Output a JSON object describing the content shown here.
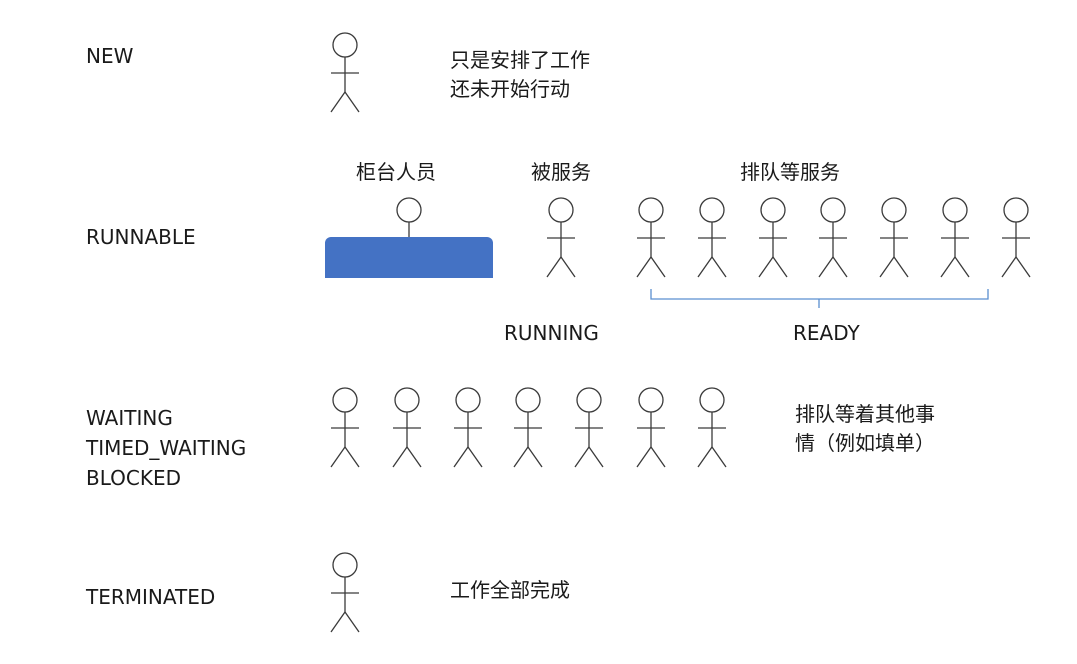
{
  "states": {
    "new": [
      "NEW"
    ],
    "runnable": [
      "RUNNABLE"
    ],
    "waiting": [
      "WAITING",
      "TIMED_WAITING",
      "BLOCKED"
    ],
    "terminated": [
      "TERMINATED"
    ]
  },
  "notes": {
    "new": [
      "只是安排了工作",
      "还未开始行动"
    ],
    "waiting": [
      "排队等着其他事",
      "情（例如填单）"
    ],
    "terminated": [
      "工作全部完成"
    ]
  },
  "runnable_section": {
    "counter_label": "柜台人员",
    "served_label": "被服务",
    "queue_label": "排队等服务",
    "running_label": "RUNNING",
    "ready_label": "READY"
  },
  "colors": {
    "counter": "#4472c4",
    "brace": "#5b8fd0",
    "figure_stroke": "#3a3a3a"
  }
}
